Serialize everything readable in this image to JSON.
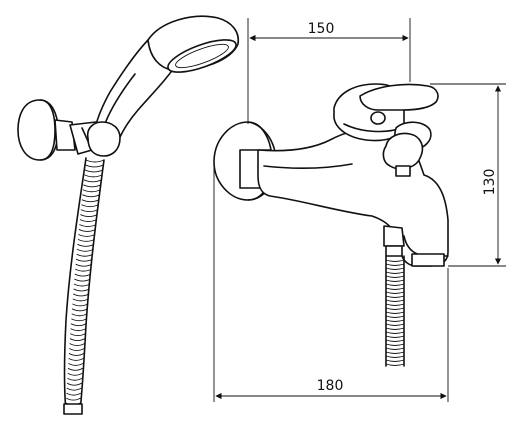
{
  "dimensions": {
    "top_width": "150",
    "height": "130",
    "bottom_width": "180"
  },
  "colors": {
    "line": "#111111",
    "background": "#ffffff"
  }
}
